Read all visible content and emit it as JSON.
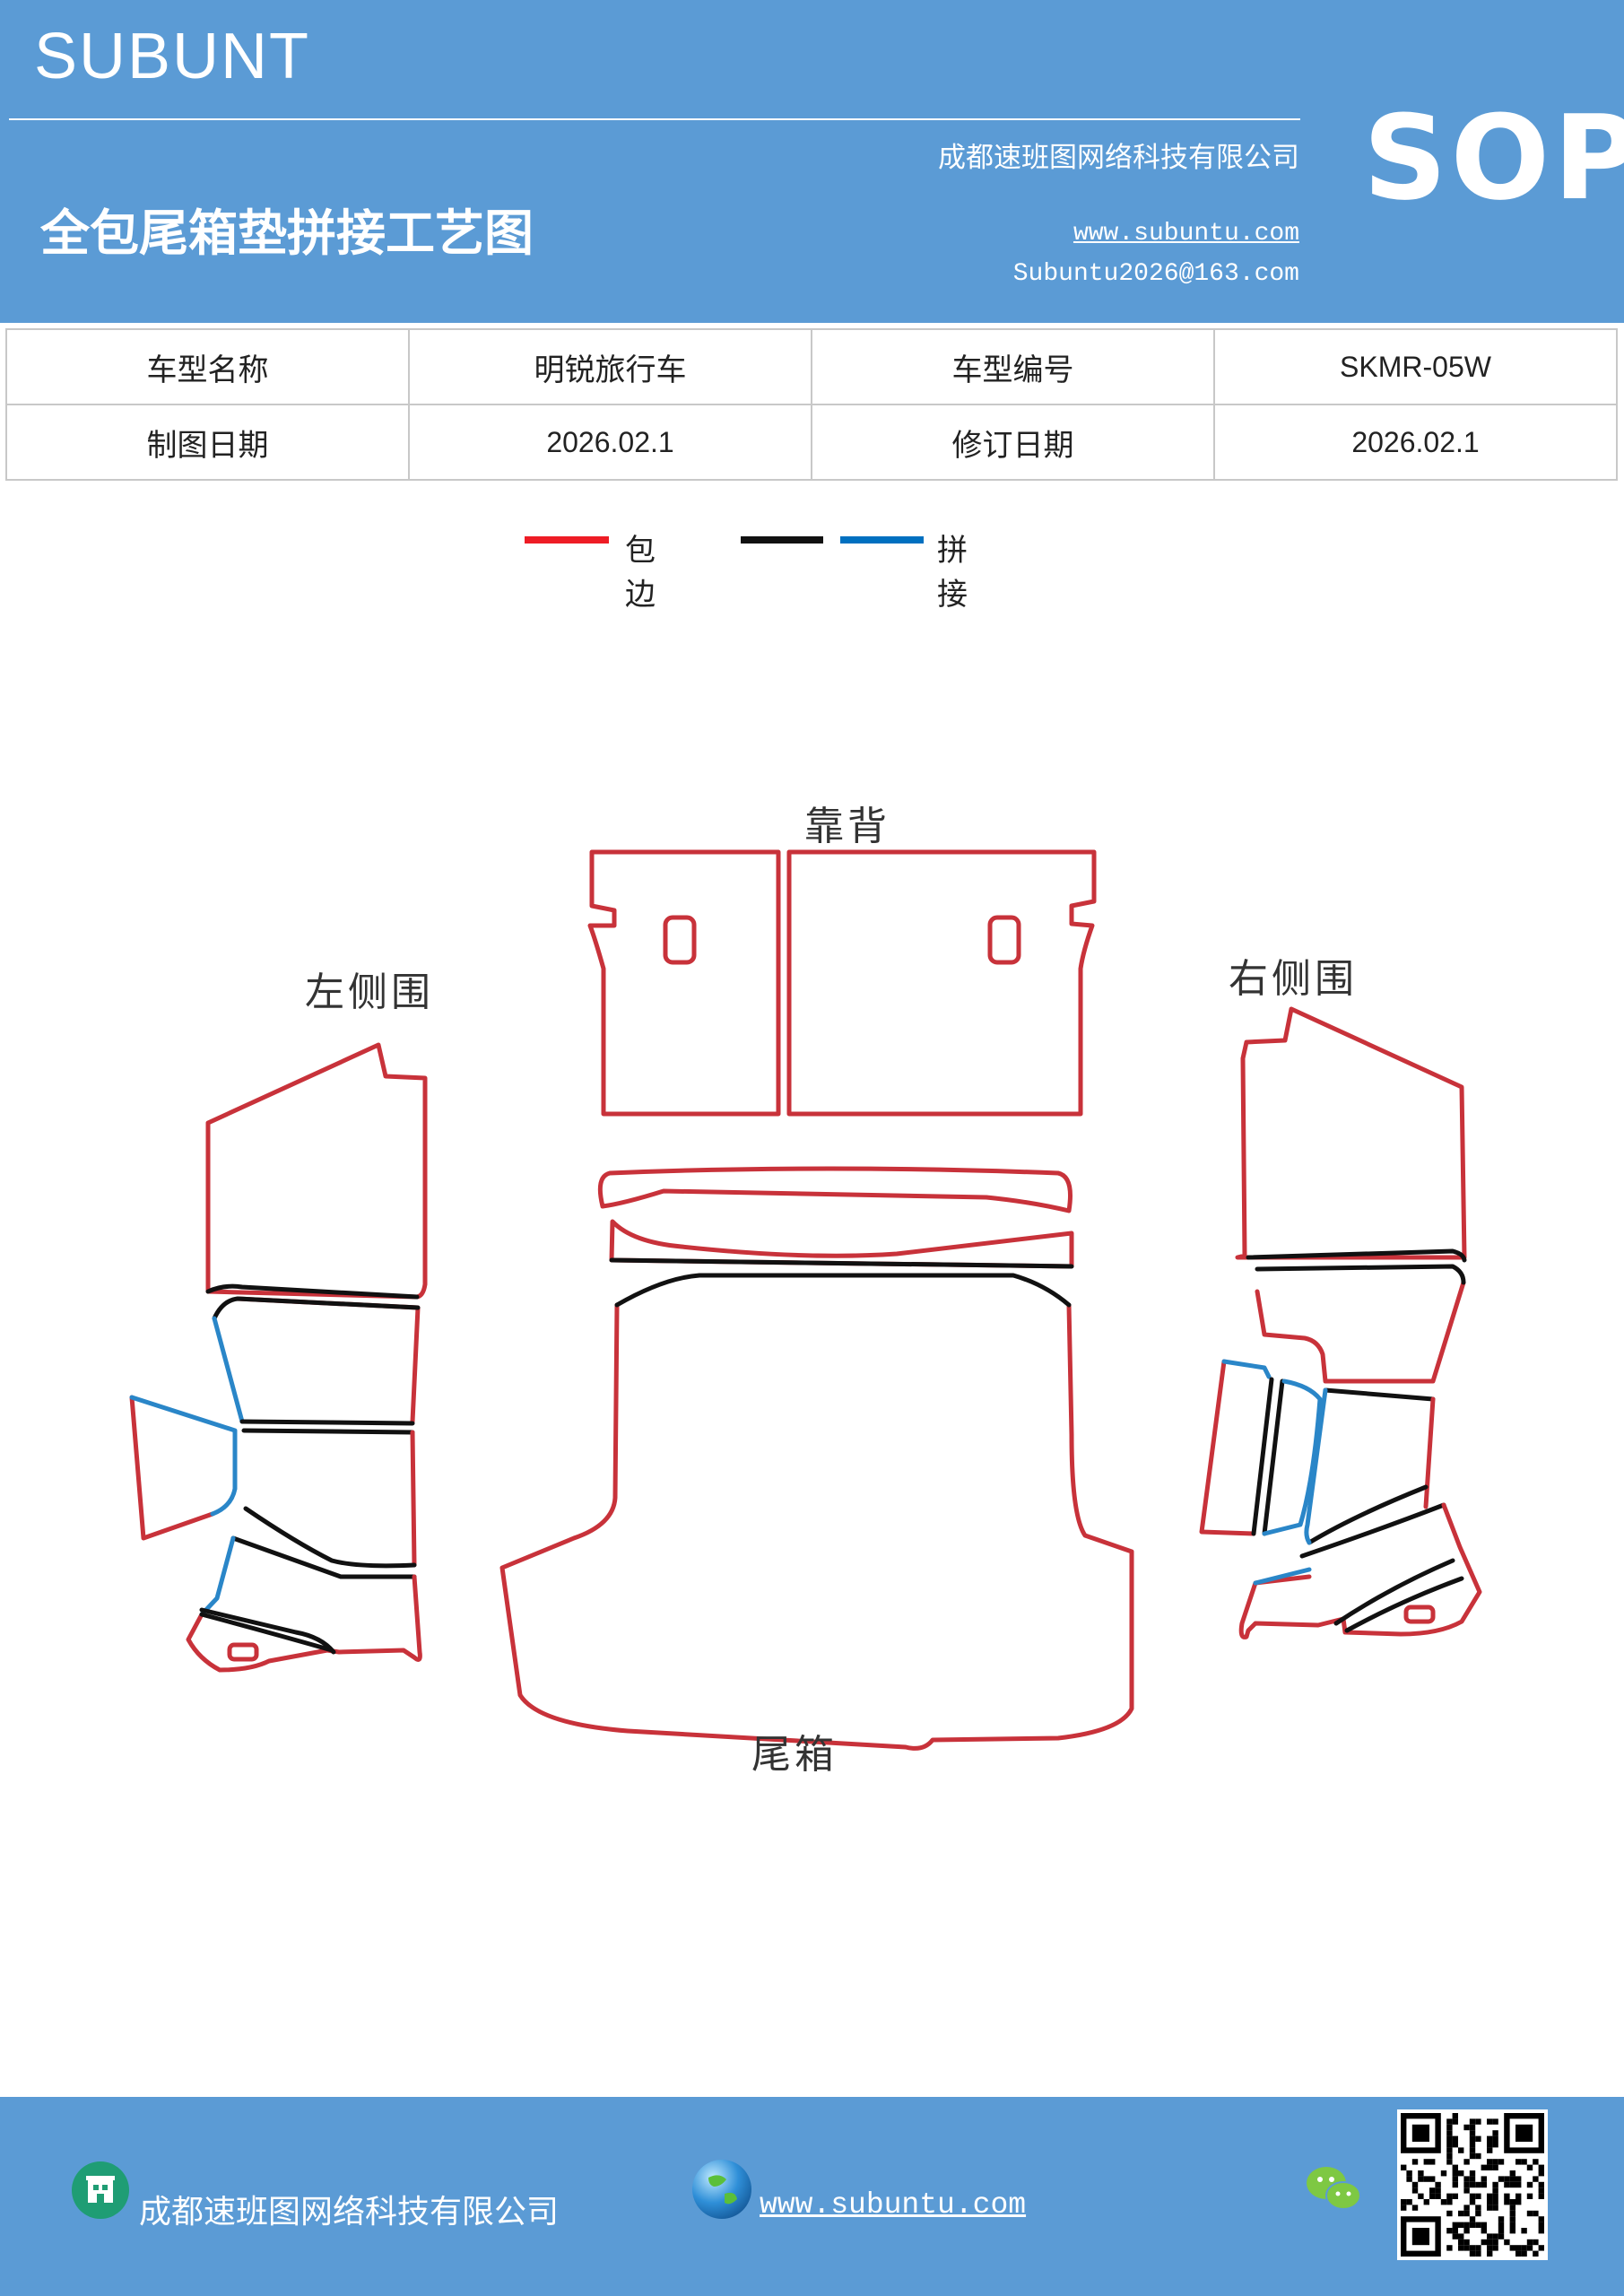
{
  "header": {
    "brand": "SUBUNT",
    "company": "成都速班图网络科技有限公司",
    "title": "全包尾箱垫拼接工艺图",
    "website": "www.subuntu.com",
    "email": "Subuntu2026@163.com",
    "badge": "SOP"
  },
  "info_table": {
    "rows": [
      [
        {
          "label": "车型名称"
        },
        {
          "label": "明锐旅行车"
        },
        {
          "label": "车型编号"
        },
        {
          "label": "SKMR-05W"
        }
      ],
      [
        {
          "label": "制图日期"
        },
        {
          "label": "2026.02.1"
        },
        {
          "label": "修订日期"
        },
        {
          "label": "2026.02.1"
        }
      ]
    ]
  },
  "legend": {
    "items": [
      {
        "color": "#ee1c25",
        "label": "包边"
      },
      {
        "color": "#111111",
        "label": ""
      },
      {
        "color": "#0070c0",
        "label": "拼接"
      }
    ]
  },
  "diagram": {
    "labels": {
      "backrest": "靠背",
      "left_side": "左侧围",
      "right_side": "右侧围",
      "trunk": "尾箱"
    },
    "colors": {
      "edge": "#c8323a",
      "seam_black": "#111111",
      "seam_blue": "#2a86c8"
    }
  },
  "footer": {
    "company": "成都速班图网络科技有限公司",
    "website": "www.subuntu.com",
    "icons": [
      "building-icon",
      "globe-icon",
      "wechat-icon",
      "qr-code"
    ]
  }
}
